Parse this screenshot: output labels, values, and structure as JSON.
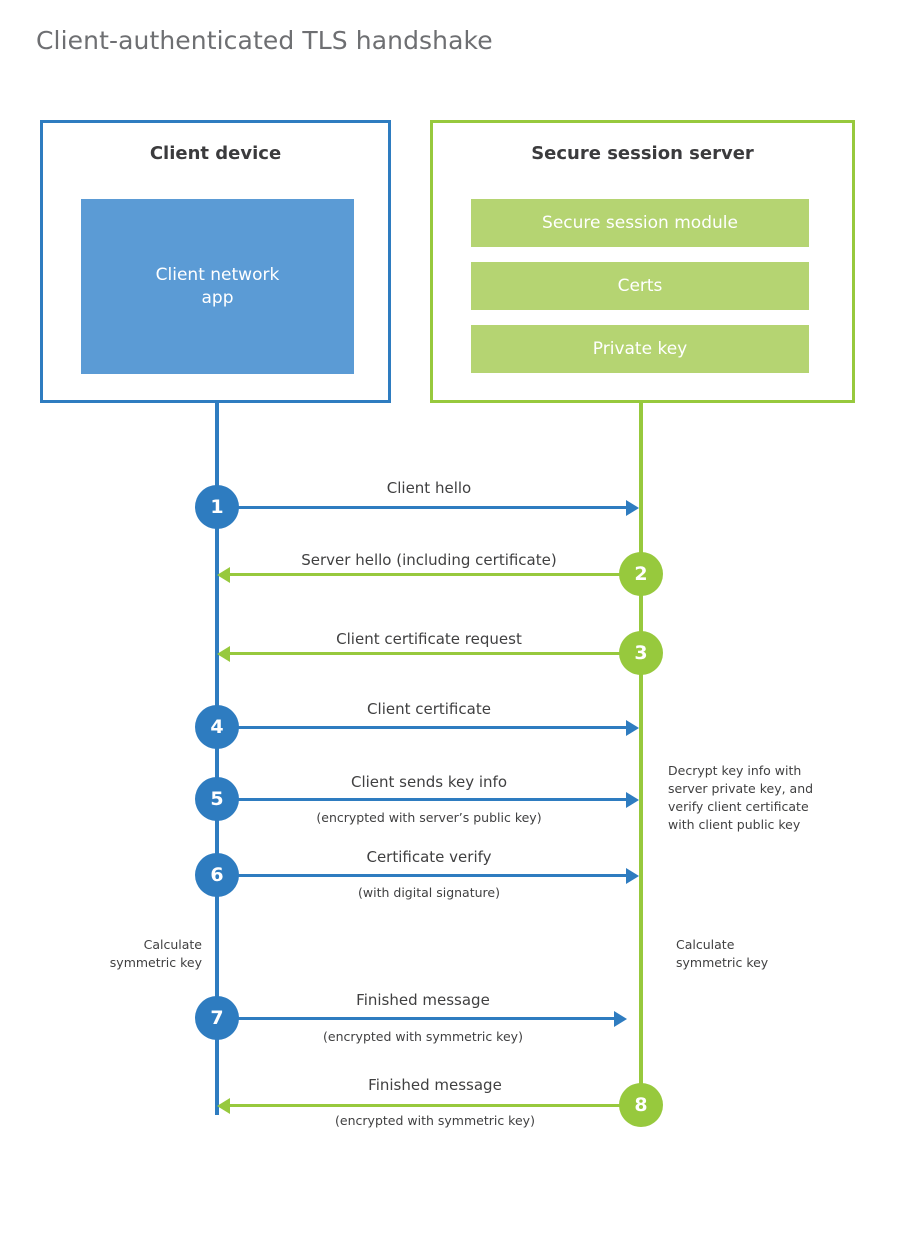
{
  "title": "Client-authenticated TLS handshake",
  "colors": {
    "blue_stroke": "#2E7CC0",
    "blue_fill": "#5B9BD5",
    "green_stroke": "#97C93D",
    "green_fill": "#B5D472",
    "title_text": "#6E6F72",
    "body_text": "#404041"
  },
  "actors": {
    "client": {
      "title": "Client device",
      "blocks": [
        {
          "label": "Client network\napp"
        }
      ]
    },
    "server": {
      "title": "Secure session server",
      "blocks": [
        {
          "label": "Secure session module"
        },
        {
          "label": "Certs"
        },
        {
          "label": "Private key"
        }
      ]
    }
  },
  "messages": [
    {
      "number": "1",
      "label": "Client hello",
      "sublabel": "",
      "direction": "client-to-server",
      "color": "blue"
    },
    {
      "number": "2",
      "label": "Server hello (including certificate)",
      "sublabel": "",
      "direction": "server-to-client",
      "color": "green"
    },
    {
      "number": "3",
      "label": "Client certificate request",
      "sublabel": "",
      "direction": "server-to-client",
      "color": "green"
    },
    {
      "number": "4",
      "label": "Client certificate",
      "sublabel": "",
      "direction": "client-to-server",
      "color": "blue"
    },
    {
      "number": "5",
      "label": "Client sends key info",
      "sublabel": "(encrypted with server’s public key)",
      "direction": "client-to-server",
      "color": "blue"
    },
    {
      "number": "6",
      "label": "Certificate verify",
      "sublabel": "(with digital signature)",
      "direction": "client-to-server",
      "color": "blue"
    },
    {
      "number": "7",
      "label": "Finished message",
      "sublabel": "(encrypted with symmetric key)",
      "direction": "client-to-server",
      "color": "blue"
    },
    {
      "number": "8",
      "label": "Finished message",
      "sublabel": "(encrypted with symmetric key)",
      "direction": "server-to-client",
      "color": "green"
    }
  ],
  "notes": {
    "server_decrypt": "Decrypt key info with\nserver private key, and\nverify client certificate\nwith client public key",
    "client_calculate": "Calculate\nsymmetric key",
    "server_calculate": "Calculate\nsymmetric key"
  }
}
